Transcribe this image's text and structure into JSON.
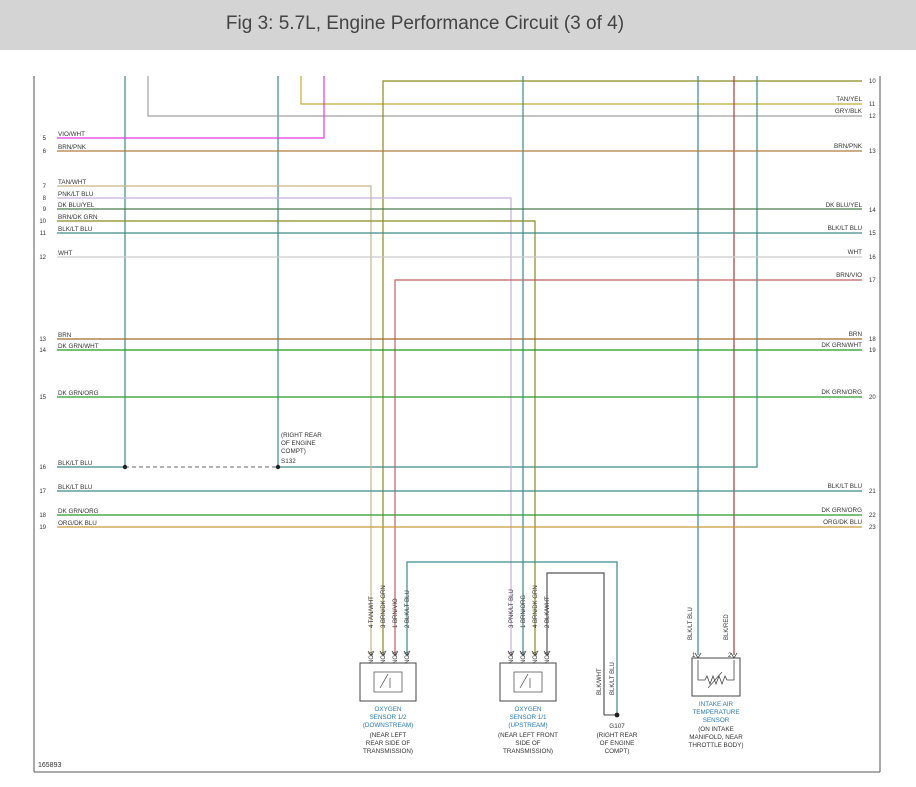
{
  "title": "Fig 3: 5.7L, Engine Performance Circuit (3 of 4)",
  "diagram_id": "165893",
  "colors": {
    "VIO/WHT": "#e23ae2",
    "BRN/PNK": "#b07a3a",
    "TAN/WHT": "#c8b48a",
    "PNK/LT BLU": "#c8b0dc",
    "DK BLU/YEL": "#4a7a4a",
    "BRN/DK GRN": "#8a8a20",
    "BLK/LT BLU": "#3d8a8a",
    "WHT": "#cccccc",
    "BRN/VIO": "#c06060",
    "BRN": "#a06a2a",
    "DK GRN/WHT": "#1e9a1e",
    "DK GRN/ORG": "#2a9a2a",
    "ORG/DK BLU": "#c89a3a",
    "TAN/YEL": "#c8aa30",
    "GRY/BLK": "#a0a0a0",
    "BLK/WHT": "#555555",
    "BLK/RED": "#a04040"
  },
  "left_wires": [
    {
      "num": "5",
      "label": "VIO/WHT"
    },
    {
      "num": "6",
      "label": "BRN/PNK"
    },
    {
      "num": "7",
      "label": "TAN/WHT"
    },
    {
      "num": "8",
      "label": "PNK/LT BLU"
    },
    {
      "num": "9",
      "label": "DK BLU/YEL"
    },
    {
      "num": "10",
      "label": "BRN/DK GRN"
    },
    {
      "num": "11",
      "label": "BLK/LT BLU"
    },
    {
      "num": "12",
      "label": "WHT"
    },
    {
      "num": "13",
      "label": "BRN"
    },
    {
      "num": "14",
      "label": "DK GRN/WHT"
    },
    {
      "num": "15",
      "label": "DK GRN/ORG"
    },
    {
      "num": "16",
      "label": "BLK/LT BLU"
    },
    {
      "num": "17",
      "label": "BLK/LT BLU"
    },
    {
      "num": "18",
      "label": "DK GRN/ORG"
    },
    {
      "num": "19",
      "label": "ORG/DK BLU"
    }
  ],
  "right_wires": [
    {
      "num": "10",
      "label": ""
    },
    {
      "num": "11",
      "label": "TAN/YEL"
    },
    {
      "num": "12",
      "label": "GRY/BLK"
    },
    {
      "num": "13",
      "label": "BRN/PNK"
    },
    {
      "num": "14",
      "label": "DK BLU/YEL"
    },
    {
      "num": "15",
      "label": "BLK/LT BLU"
    },
    {
      "num": "16",
      "label": "WHT"
    },
    {
      "num": "17",
      "label": "BRN/VIO"
    },
    {
      "num": "18",
      "label": "BRN"
    },
    {
      "num": "19",
      "label": "DK GRN/WHT"
    },
    {
      "num": "20",
      "label": "DK GRN/ORG"
    },
    {
      "num": "21",
      "label": "BLK/LT BLU"
    },
    {
      "num": "22",
      "label": "DK GRN/ORG"
    },
    {
      "num": "23",
      "label": "ORG/DK BLU"
    }
  ],
  "splice": {
    "name": "S132",
    "location": [
      "(RIGHT REAR",
      "OF ENGINE",
      "COMPT)"
    ]
  },
  "sensor_o2_downstream": {
    "pins": [
      {
        "num": "4",
        "wire": "TAN/WHT",
        "nca": "NCA"
      },
      {
        "num": "3",
        "wire": "BRN/DK GRN",
        "nca": "NCA"
      },
      {
        "num": "1",
        "wire": "BRN/VIO",
        "nca": "NCA"
      },
      {
        "num": "2",
        "wire": "BLK/LT BLU",
        "nca": "NCA"
      }
    ],
    "name": [
      "OXYGEN",
      "SENSOR 1/2",
      "(DOWNSTREAM)"
    ],
    "location": [
      "(NEAR LEFT",
      "REAR SIDE OF",
      "TRANSMISSION)"
    ]
  },
  "sensor_o2_upstream": {
    "pins": [
      {
        "num": "3",
        "wire": "PNK/LT BLU",
        "nca": "NCA"
      },
      {
        "num": "1",
        "wire": "BRN/ORG",
        "nca": "NCA"
      },
      {
        "num": "4",
        "wire": "BRN/DK GRN",
        "nca": "NCA"
      },
      {
        "num": "2",
        "wire": "BLK/WHT",
        "nca": "NCA"
      }
    ],
    "name": [
      "OXYGEN",
      "SENSOR 1/1",
      "(UPSTREAM)"
    ],
    "location": [
      "(NEAR LEFT FRONT",
      "SIDE OF",
      "TRANSMISSION)"
    ]
  },
  "ground": {
    "wires": [
      "BLK/WHT",
      "BLK/LT BLU"
    ],
    "name": "G107",
    "location": [
      "(RIGHT REAR",
      "OF ENGINE",
      "COMPT)"
    ]
  },
  "sensor_iat": {
    "pins": [
      {
        "num": "1",
        "wire": "BLK/LT BLU"
      },
      {
        "num": "2",
        "wire": "BLK/RED"
      }
    ],
    "name": [
      "INTAKE AIR",
      "TEMPERATURE",
      "SENSOR"
    ],
    "location": [
      "(ON INTAKE",
      "MANIFOLD, NEAR",
      "THROTTLE BODY)"
    ]
  }
}
